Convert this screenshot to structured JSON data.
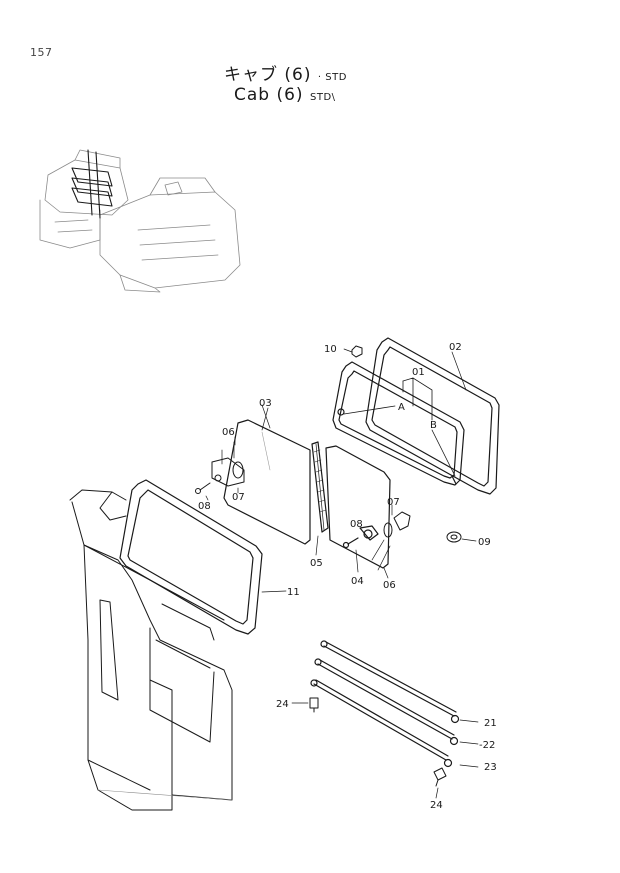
{
  "header": {
    "page_number": "157",
    "title_ja": "キャブ (6)",
    "title_ja_suffix": "· STD",
    "title_en": "Cab (6)",
    "title_en_suffix": "STD\\"
  },
  "callouts": {
    "p01": "01",
    "p02": "02",
    "p03": "03",
    "p04": "04",
    "p05": "05",
    "p06a": "06",
    "p06b": "06",
    "p07a": "07",
    "p07b": "07",
    "p08a": "08",
    "p08b": "08",
    "p09": "09",
    "p10": "10",
    "p11": "11",
    "p21": "21",
    "p22": "-22",
    "p23": "23",
    "p24a": "24",
    "p24b": "24",
    "refA": "A",
    "refB": "B"
  },
  "colors": {
    "line": "#1a1a1a",
    "faint": "#8a8a8a"
  }
}
